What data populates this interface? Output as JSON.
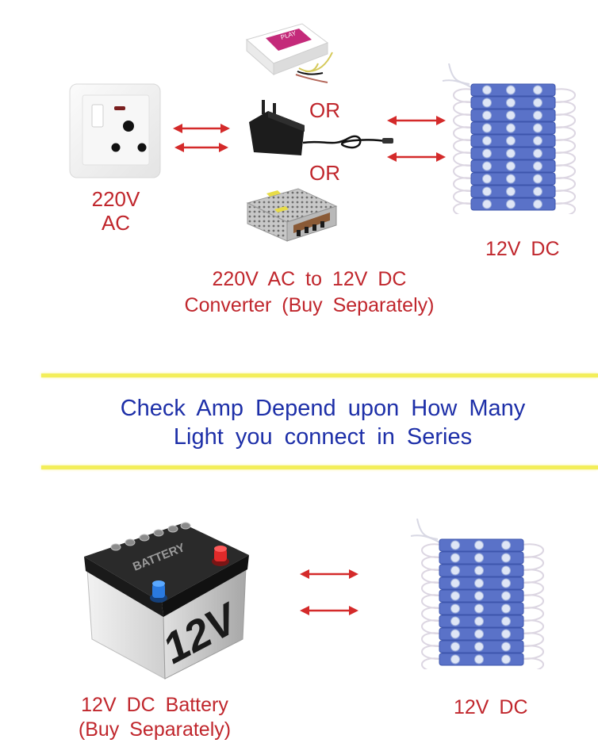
{
  "top_section": {
    "source_label_line1": "220V",
    "source_label_line2": "AC",
    "or_label_1": "OR",
    "or_label_2": "OR",
    "converter_label_line1": "220V AC to 12V DC",
    "converter_label_line2": "Converter (Buy Separately)",
    "load_label": "12V DC",
    "converter_brand_text": "PLAY"
  },
  "banner": {
    "line1": "Check Amp Depend upon How Many",
    "line2": "Light you connect in Series"
  },
  "bottom_section": {
    "battery_top_text": "BATTERY",
    "battery_side_text": "12V",
    "battery_label_line1": "12V DC Battery",
    "battery_label_line2": "(Buy Separately)",
    "load_label": "12V DC"
  },
  "icons": {
    "wall_socket": "wall-socket-icon",
    "electronic_driver": "led-driver-icon",
    "wall_adapter": "wall-adapter-icon",
    "smps": "power-supply-icon",
    "led_modules": "led-module-strip-icon",
    "battery": "car-battery-icon",
    "arrows": "double-arrow-icon"
  },
  "colors": {
    "label_red": "#c0262c",
    "banner_blue": "#1d2fa8",
    "divider_yellow": "#f3ee5a",
    "arrow_red": "#d42a2a",
    "led_blue": "#5a72c8"
  }
}
